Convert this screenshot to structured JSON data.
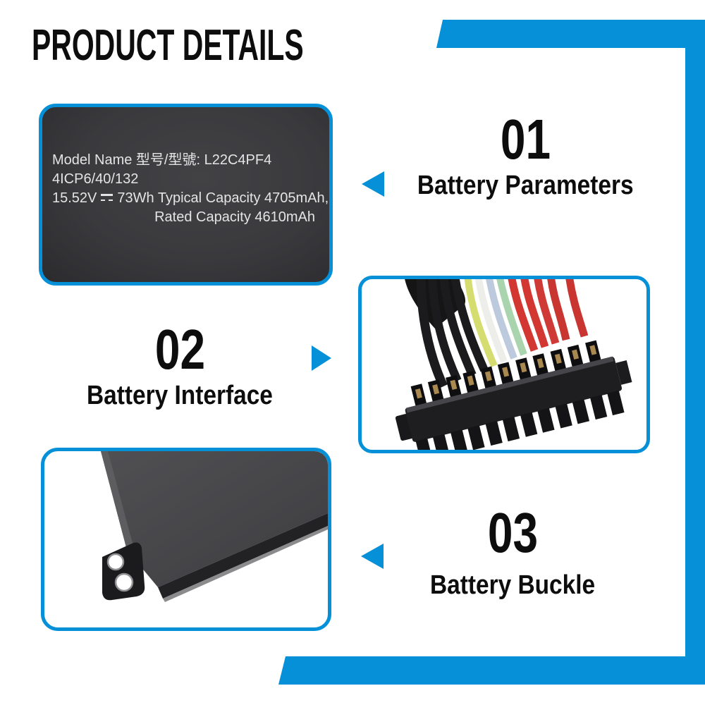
{
  "title": "PRODUCT DETAILS",
  "theme": {
    "accent_blue": "#0590D8",
    "text_color": "#0d0d0d",
    "label_card_bg": "#3a3a3d",
    "label_text_color": "#e4e4e4"
  },
  "battery_label": {
    "line1": "Model Name 型号/型號: L22C4PF4",
    "line2": "4ICP6/40/132",
    "line3_voltage": "15.52V",
    "line3_rest": "73Wh Typical Capacity 4705mAh,",
    "line4": "Rated Capacity 4610mAh"
  },
  "sections": [
    {
      "number": "01",
      "label": "Battery Parameters",
      "arrow_direction": "left"
    },
    {
      "number": "02",
      "label": "Battery Interface",
      "arrow_direction": "right"
    },
    {
      "number": "03",
      "label": "Battery Buckle",
      "arrow_direction": "left"
    }
  ],
  "images": {
    "battery_label_photo": "black battery top with printed specification label",
    "connector_photo": "battery connector plug with multicolored wires",
    "buckle_photo": "battery corner with mounting bracket and two screw holes",
    "connector_wire_colors": [
      "#1b1b1d",
      "#1b1b1d",
      "#1b1b1d",
      "#1b1b1d",
      "#d6dd70",
      "#ededea",
      "#bdc9dc",
      "#a9d4ae",
      "#d23732",
      "#d23732",
      "#cf3a36",
      "#c93530",
      "#c93530"
    ]
  }
}
